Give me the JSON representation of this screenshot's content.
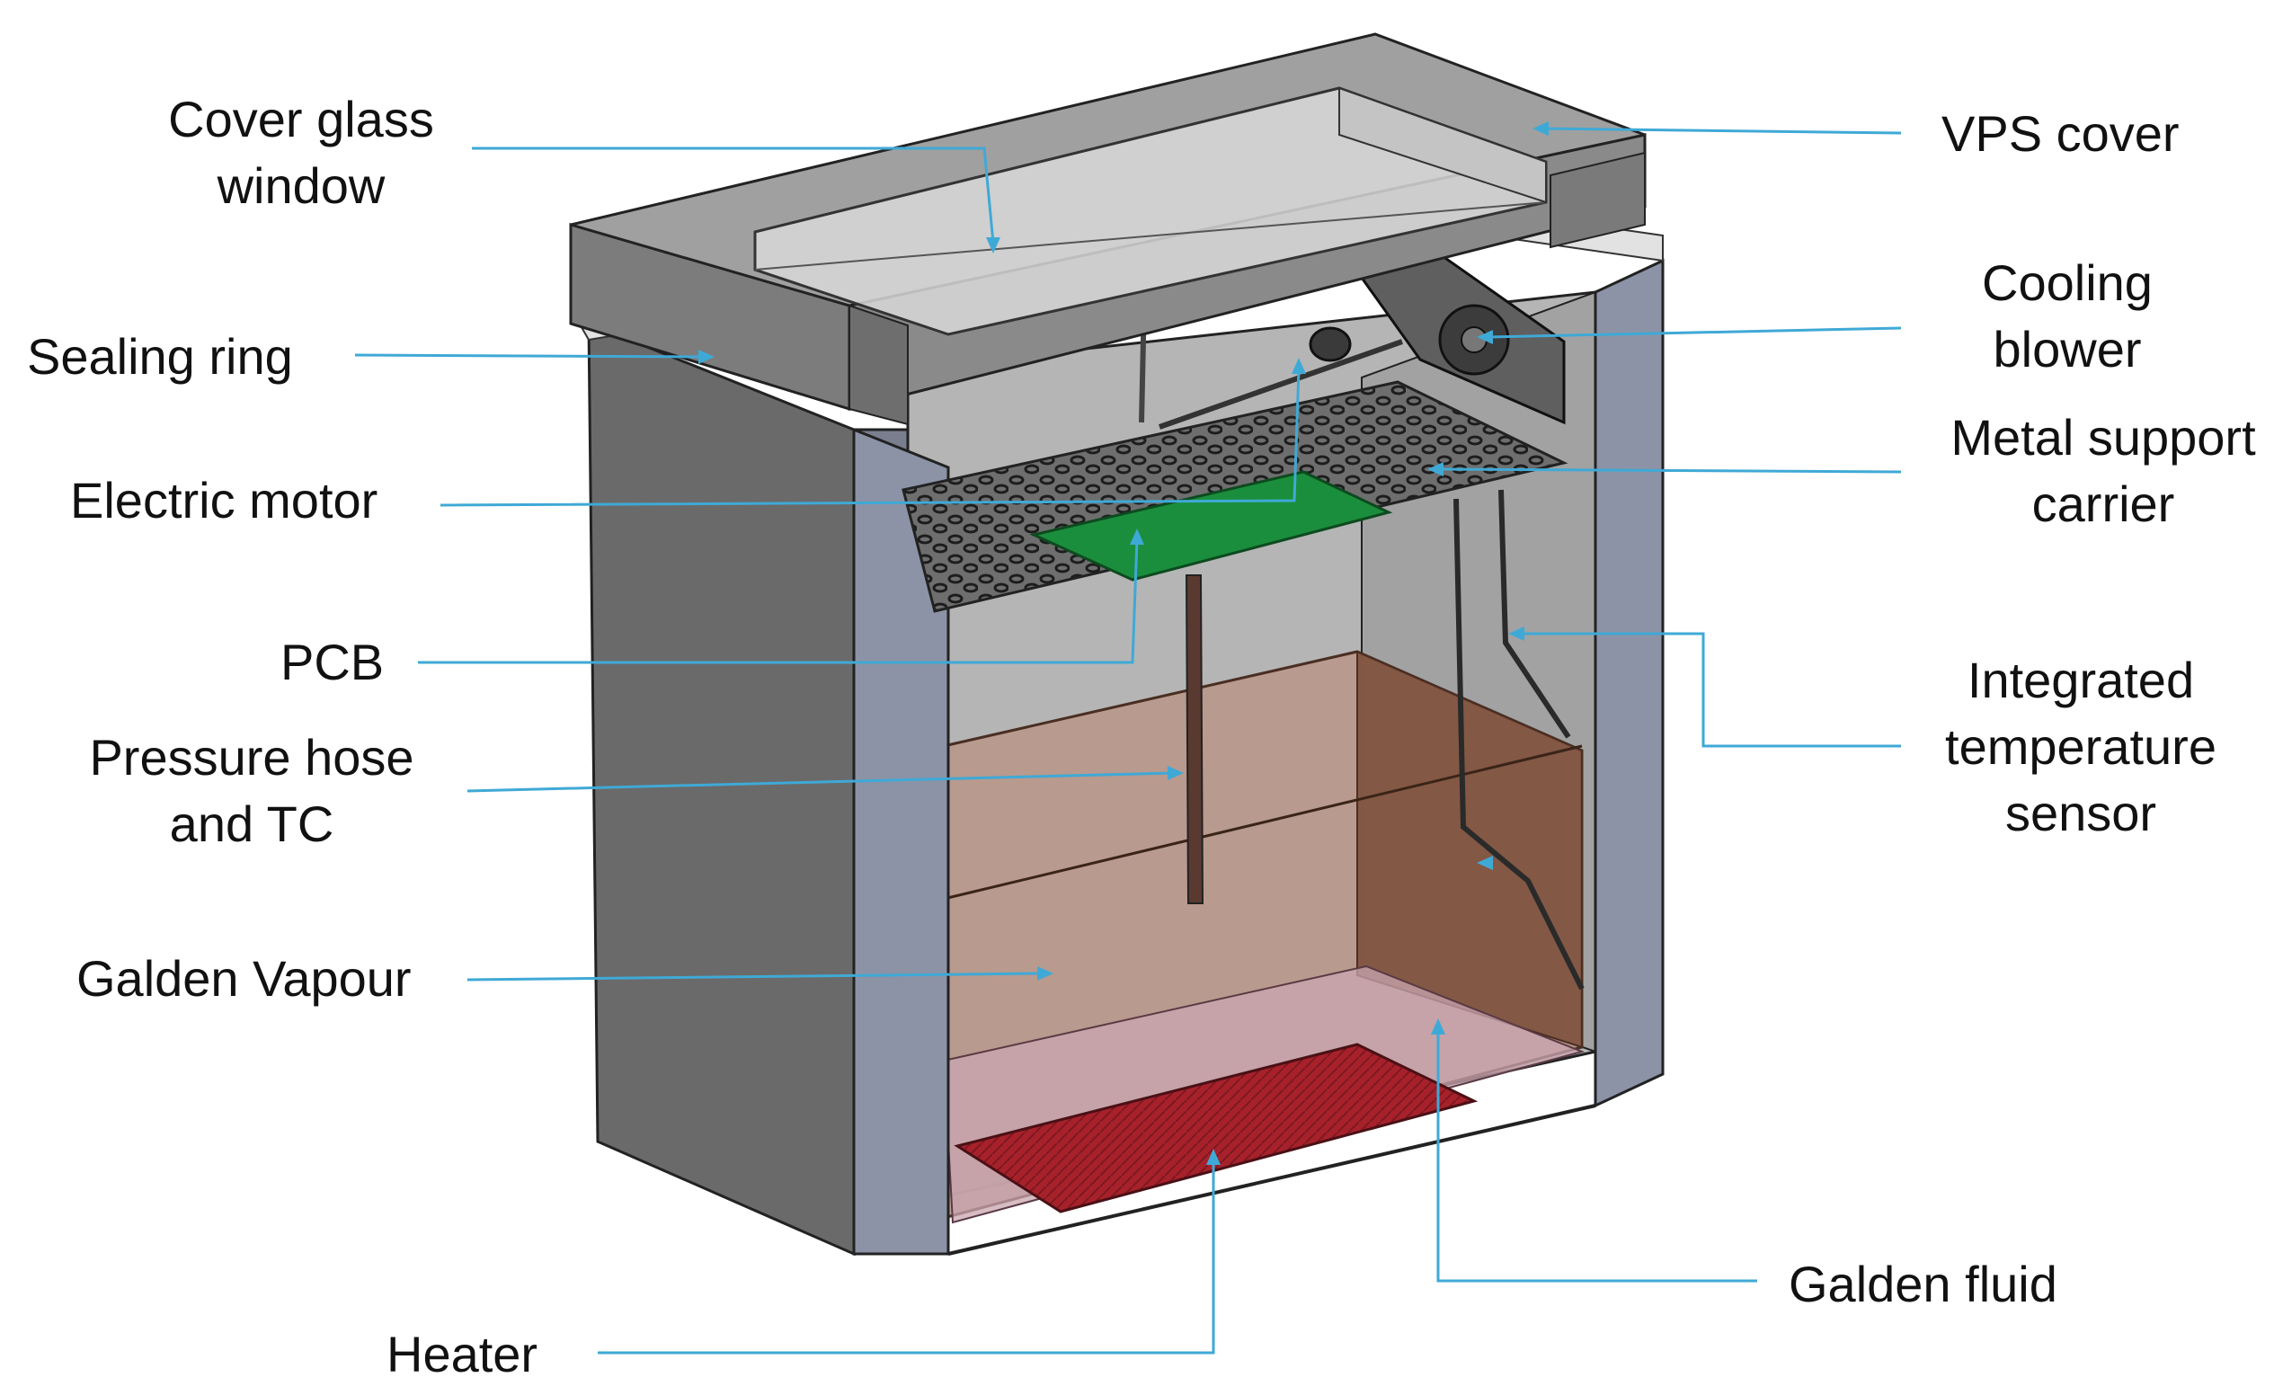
{
  "labels": {
    "cover_glass_window": [
      "Cover glass",
      "window"
    ],
    "vps_cover": "VPS cover",
    "sealing_ring": "Sealing ring",
    "cooling_blower": [
      "Cooling",
      "blower"
    ],
    "electric_motor": "Electric motor",
    "metal_support_carrier": [
      "Metal support",
      "carrier"
    ],
    "pcb": "PCB",
    "integrated_temperature_sensor": [
      "Integrated",
      "temperature",
      "sensor"
    ],
    "pressure_hose_and_tc": [
      "Pressure hose",
      "and TC"
    ],
    "galden_vapour": "Galden Vapour",
    "galden_fluid": "Galden fluid",
    "heater": "Heater"
  },
  "colors": {
    "leader_line": "#3fa9d6",
    "body_gray": "#8e8e8e",
    "wall_blue_gray": "#8c93a6",
    "vapour": "#b8978a",
    "heater_red": "#a7212b",
    "pcb_green": "#1a8e3c",
    "glass": "#d8d8d8"
  }
}
